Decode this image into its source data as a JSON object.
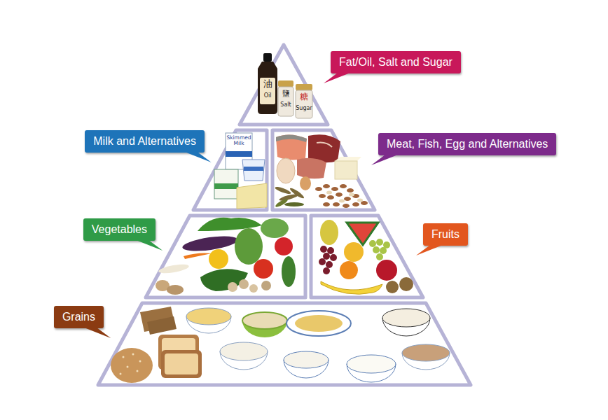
{
  "diagram": {
    "nodes": [
      {
        "text": [
          "Fat/Oil, Salt and Sugar"
        ]
      },
      {
        "text": [
          "Milk and Alternatives"
        ]
      },
      {
        "text": [
          "Meat, Fish, Egg and Alternatives"
        ]
      },
      {
        "text": [
          "Vegetables"
        ]
      },
      {
        "text": [
          "Fruits"
        ]
      },
      {
        "text": [
          "Grains"
        ]
      }
    ],
    "labels": [
      "油",
      "Oil",
      "鹽",
      "Salt",
      "糖",
      "Sugar",
      "Skimmed Milk"
    ]
  }
}
